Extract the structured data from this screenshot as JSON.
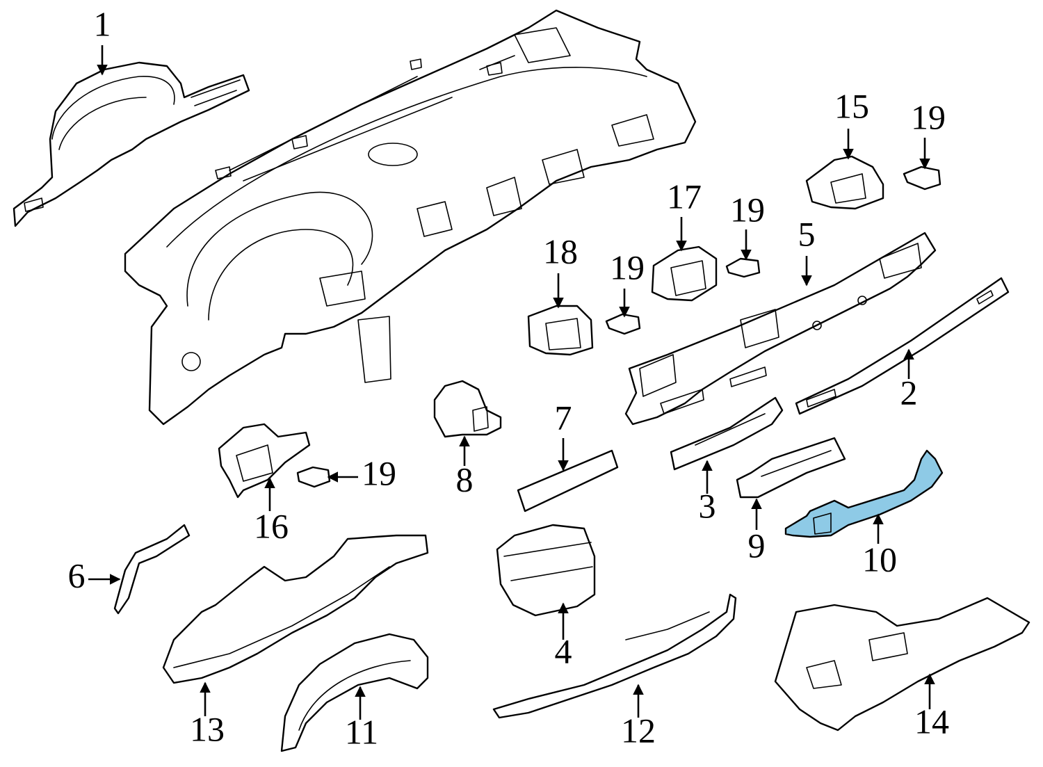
{
  "diagram": {
    "highlight_color": "#8ecae6",
    "line_color": "#000000",
    "background": "#ffffff",
    "highlighted_part": "10",
    "callouts": {
      "c1": "1",
      "c2": "2",
      "c3": "3",
      "c4": "4",
      "c5": "5",
      "c6": "6",
      "c7": "7",
      "c8": "8",
      "c9": "9",
      "c10": "10",
      "c11": "11",
      "c12": "12",
      "c13": "13",
      "c14": "14",
      "c15": "15",
      "c16": "16",
      "c17": "17",
      "c18": "18",
      "c19a": "19",
      "c19b": "19",
      "c19c": "19",
      "c19d": "19"
    }
  }
}
